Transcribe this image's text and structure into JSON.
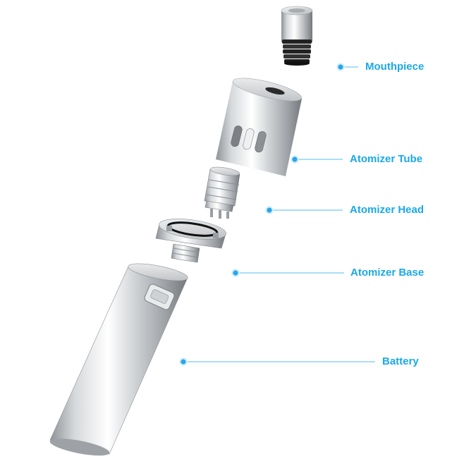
{
  "accent_color": "#1aa9e6",
  "callouts": [
    {
      "id": "mouthpiece",
      "label": "Mouthpiece"
    },
    {
      "id": "atomizer-tube",
      "label": "Atomizer Tube"
    },
    {
      "id": "atomizer-head",
      "label": "Atomizer Head"
    },
    {
      "id": "atomizer-base",
      "label": "Atomizer Base"
    },
    {
      "id": "battery",
      "label": "Battery"
    }
  ],
  "parts": [
    "mouthpiece",
    "atomizer-tube",
    "atomizer-head",
    "atomizer-base",
    "battery"
  ]
}
